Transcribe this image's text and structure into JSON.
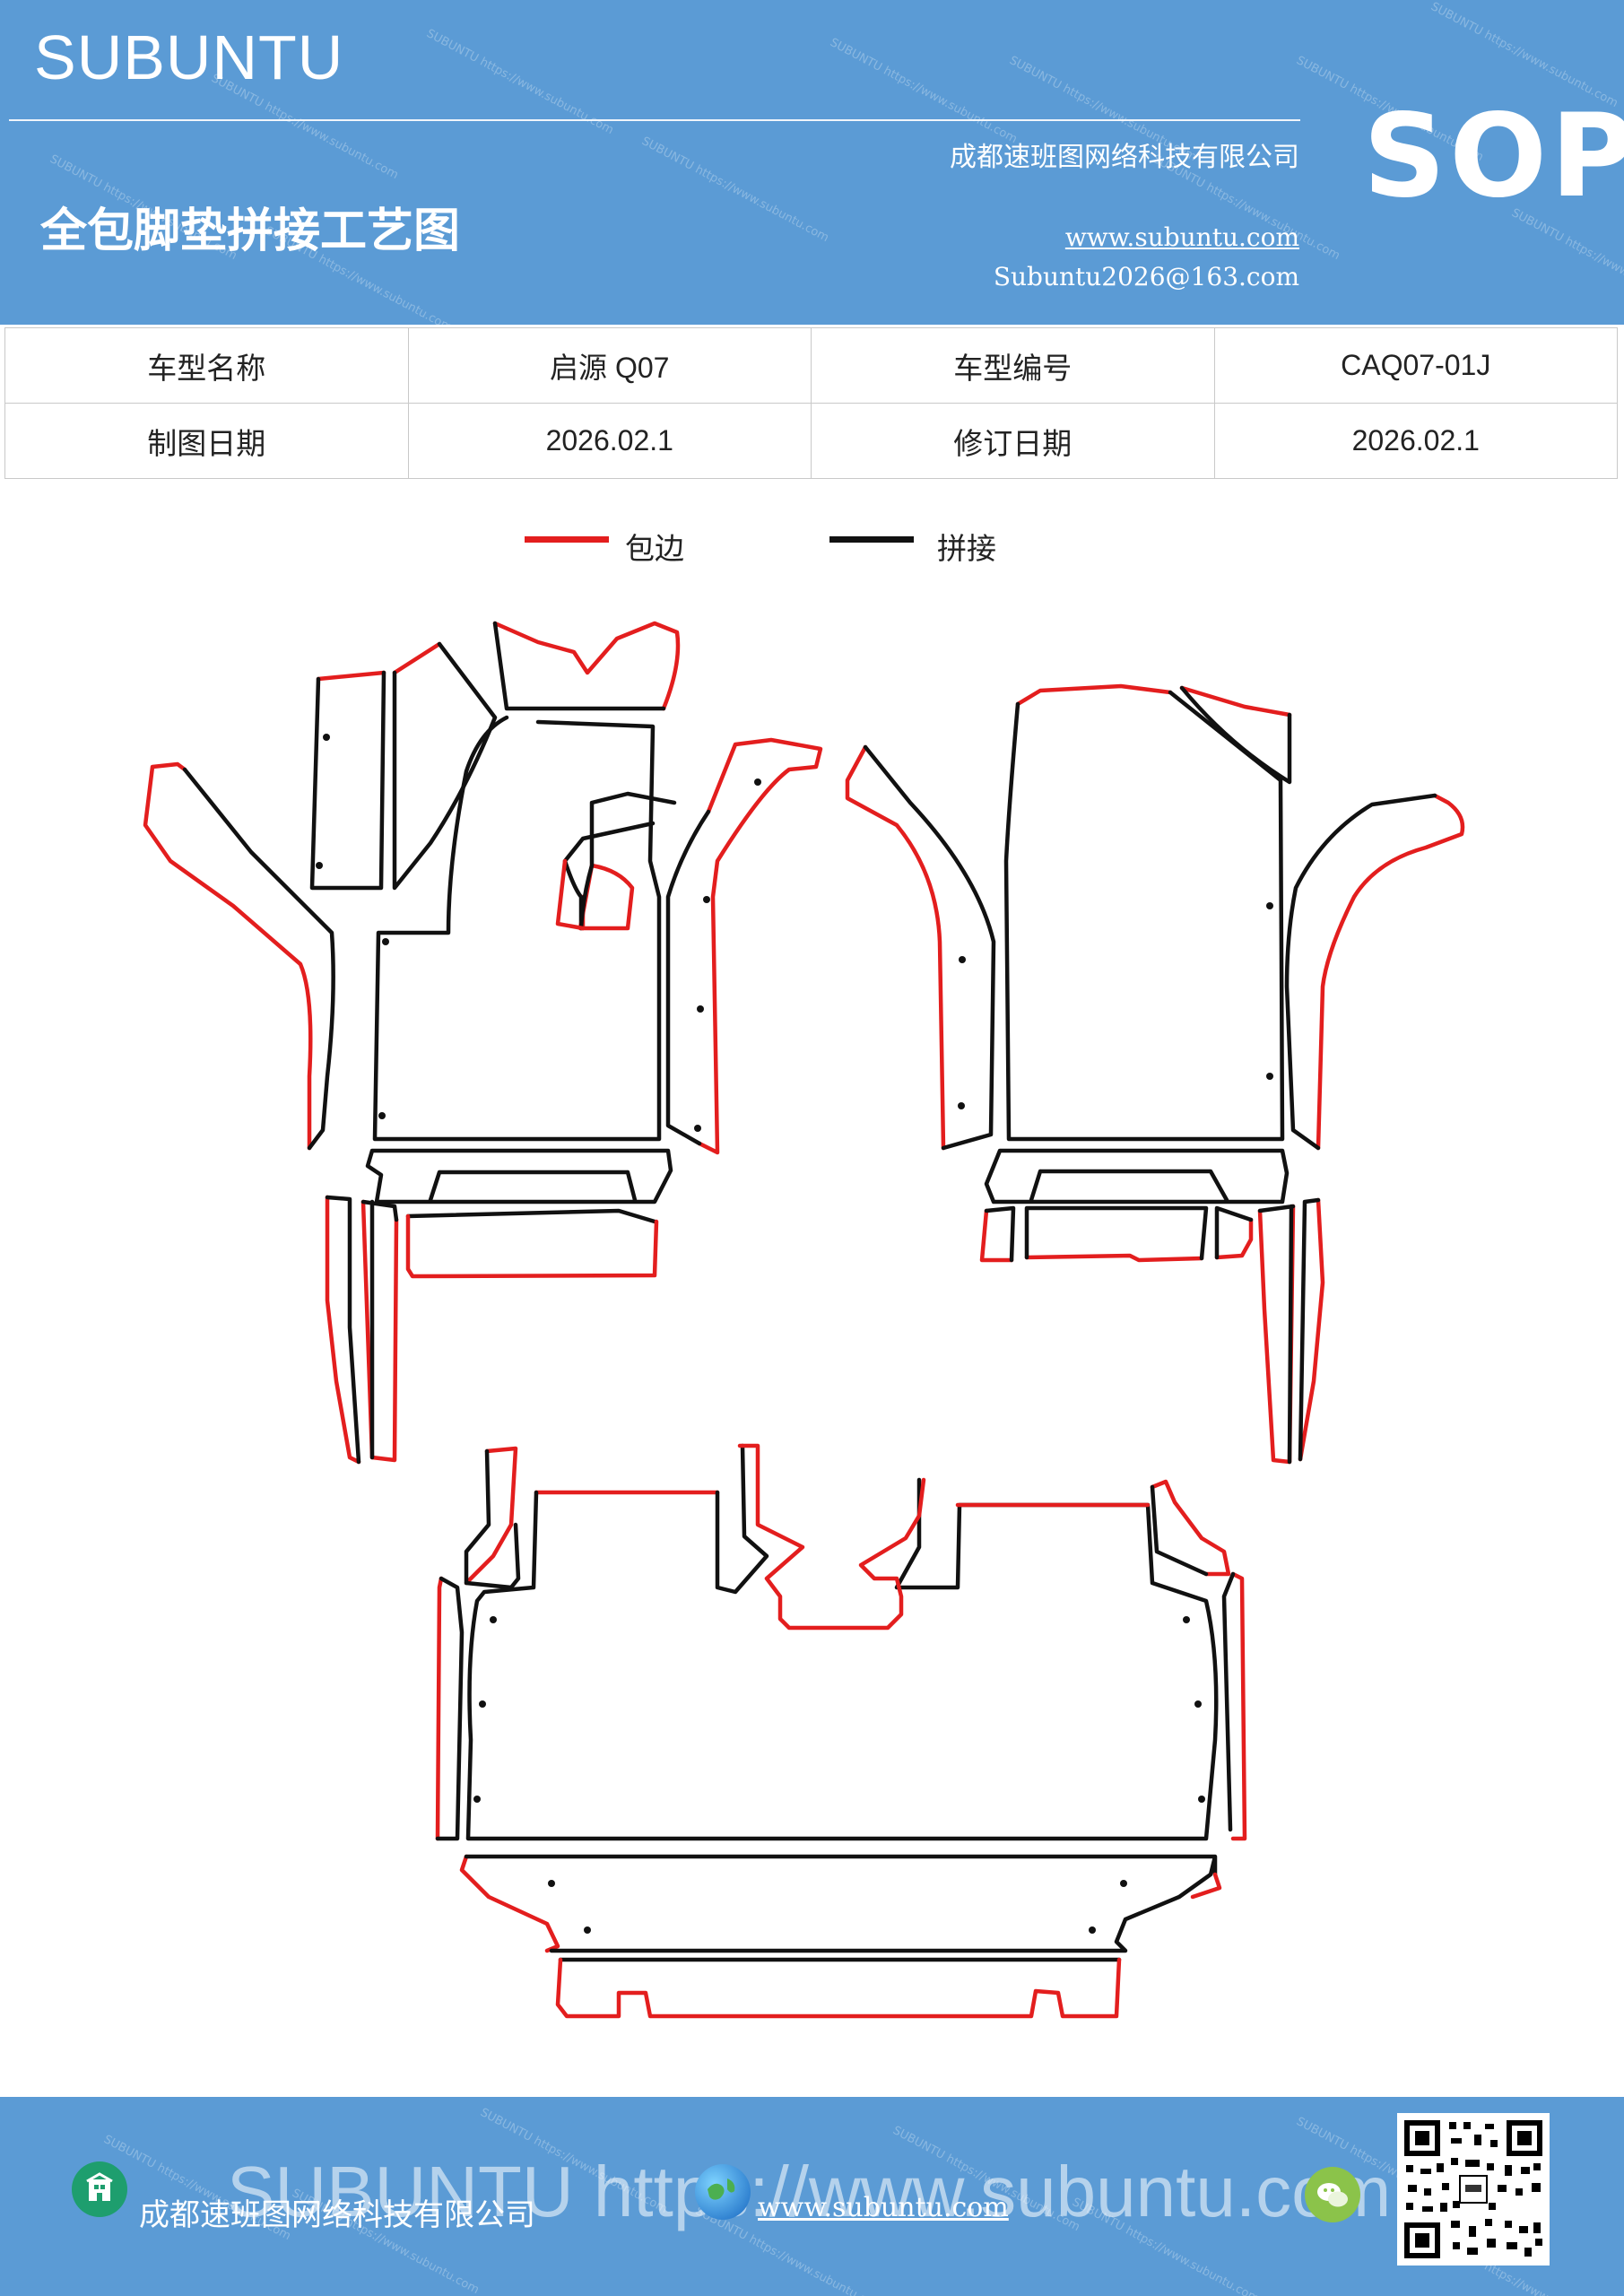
{
  "header": {
    "brand": "SUBUNTU",
    "company": "成都速班图网络科技有限公司",
    "title": "全包脚垫拼接工艺图",
    "website": "www.subuntu.com",
    "email": "Subuntu2026@163.com",
    "badge": "SOP",
    "watermark": "SUBUNTU https://www.subuntu.com"
  },
  "info_table": {
    "rows": [
      [
        {
          "label": "车型名称",
          "value": "启源 Q07"
        },
        {
          "label": "车型编号",
          "value": "CAQ07-01J"
        }
      ],
      [
        {
          "label": "制图日期",
          "value": "2026.02.1"
        },
        {
          "label": "修订日期",
          "value": "2026.02.1"
        }
      ]
    ]
  },
  "legend": [
    {
      "label": "包边",
      "color": "#e31e1e"
    },
    {
      "label": "拼接",
      "color": "#111111"
    }
  ],
  "footer": {
    "company": "成都速班图网络科技有限公司",
    "website": "www.subuntu.com",
    "overlay_text": "SUBUNTU https://www.subuntu.com",
    "icons": [
      "building-icon",
      "globe-icon",
      "wechat-icon",
      "qr-code"
    ]
  },
  "colors": {
    "header_bg": "#5b9bd5",
    "edge_red": "#e31e1e",
    "splice_black": "#111111"
  }
}
